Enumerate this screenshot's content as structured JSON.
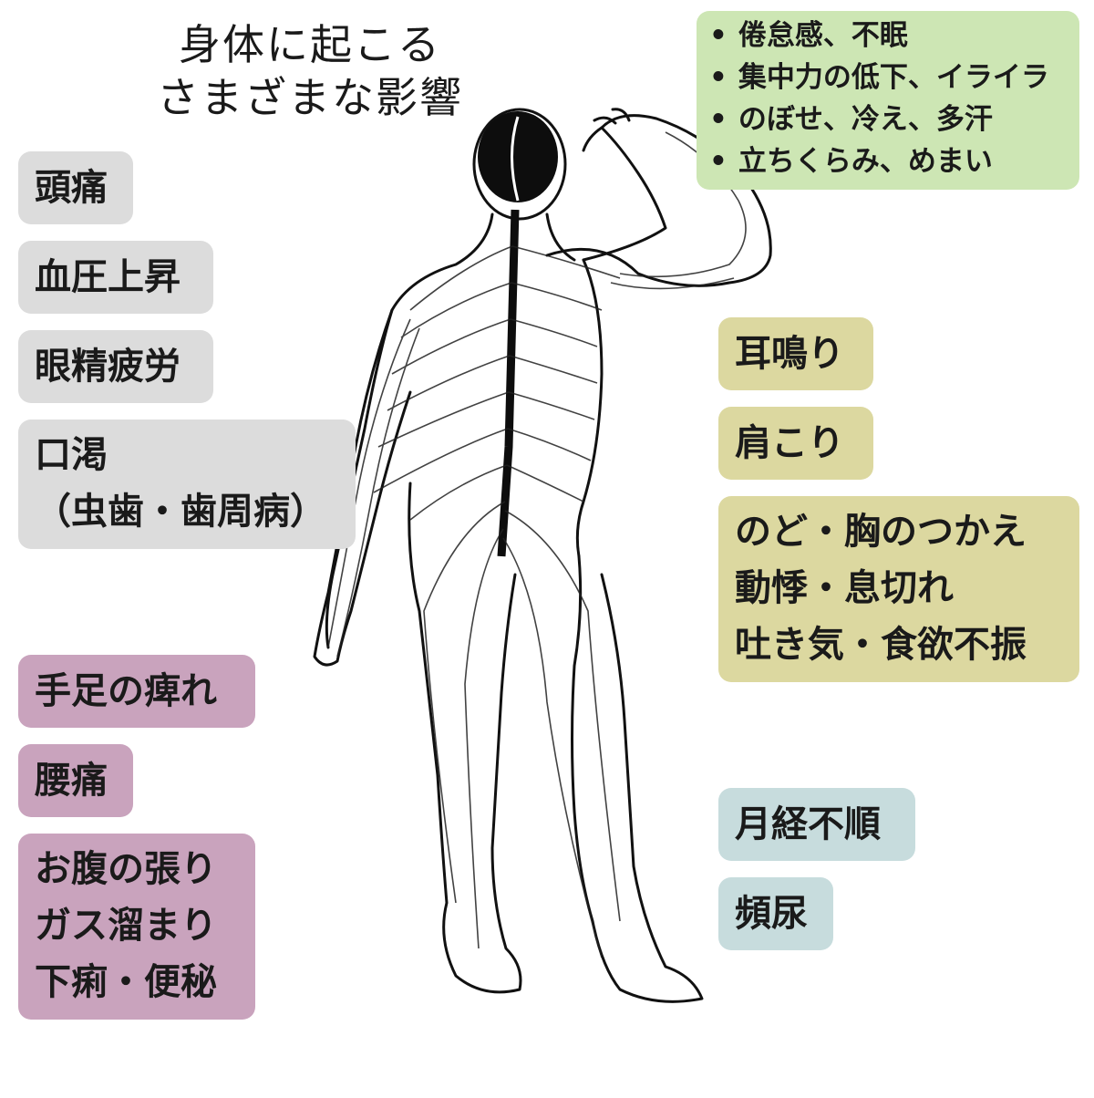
{
  "title": {
    "line1": "身体に起こる",
    "line2": "さまざまな影響"
  },
  "left_boxes": {
    "headache": "頭痛",
    "blood_pressure": "血圧上昇",
    "eye_strain": "眼精疲労",
    "dry_mouth_line1": "口渇",
    "dry_mouth_line2": "（虫歯・歯周病）",
    "numbness": "手足の痺れ",
    "back_pain": "腰痛",
    "belly_line1": "お腹の張り",
    "belly_line2": "ガス溜まり",
    "belly_line3": "下痢・便秘"
  },
  "right_list": {
    "items": [
      "倦怠感、不眠",
      "集中力の低下、イライラ",
      "のぼせ、冷え、多汗",
      "立ちくらみ、めまい"
    ]
  },
  "right_boxes": {
    "tinnitus": "耳鳴り",
    "stiff_shoulders": "肩こり",
    "chest_line1": "のど・胸のつかえ",
    "chest_line2": "動悸・息切れ",
    "chest_line3": "吐き気・食欲不振",
    "irregular_period": "月経不順",
    "frequent_urination": "頻尿"
  },
  "colors": {
    "gray": "#dcdcdc",
    "purple": "#c9a3bd",
    "olive": "#dcd8a0",
    "teal": "#c7dcdd",
    "green": "#cde6b4"
  }
}
